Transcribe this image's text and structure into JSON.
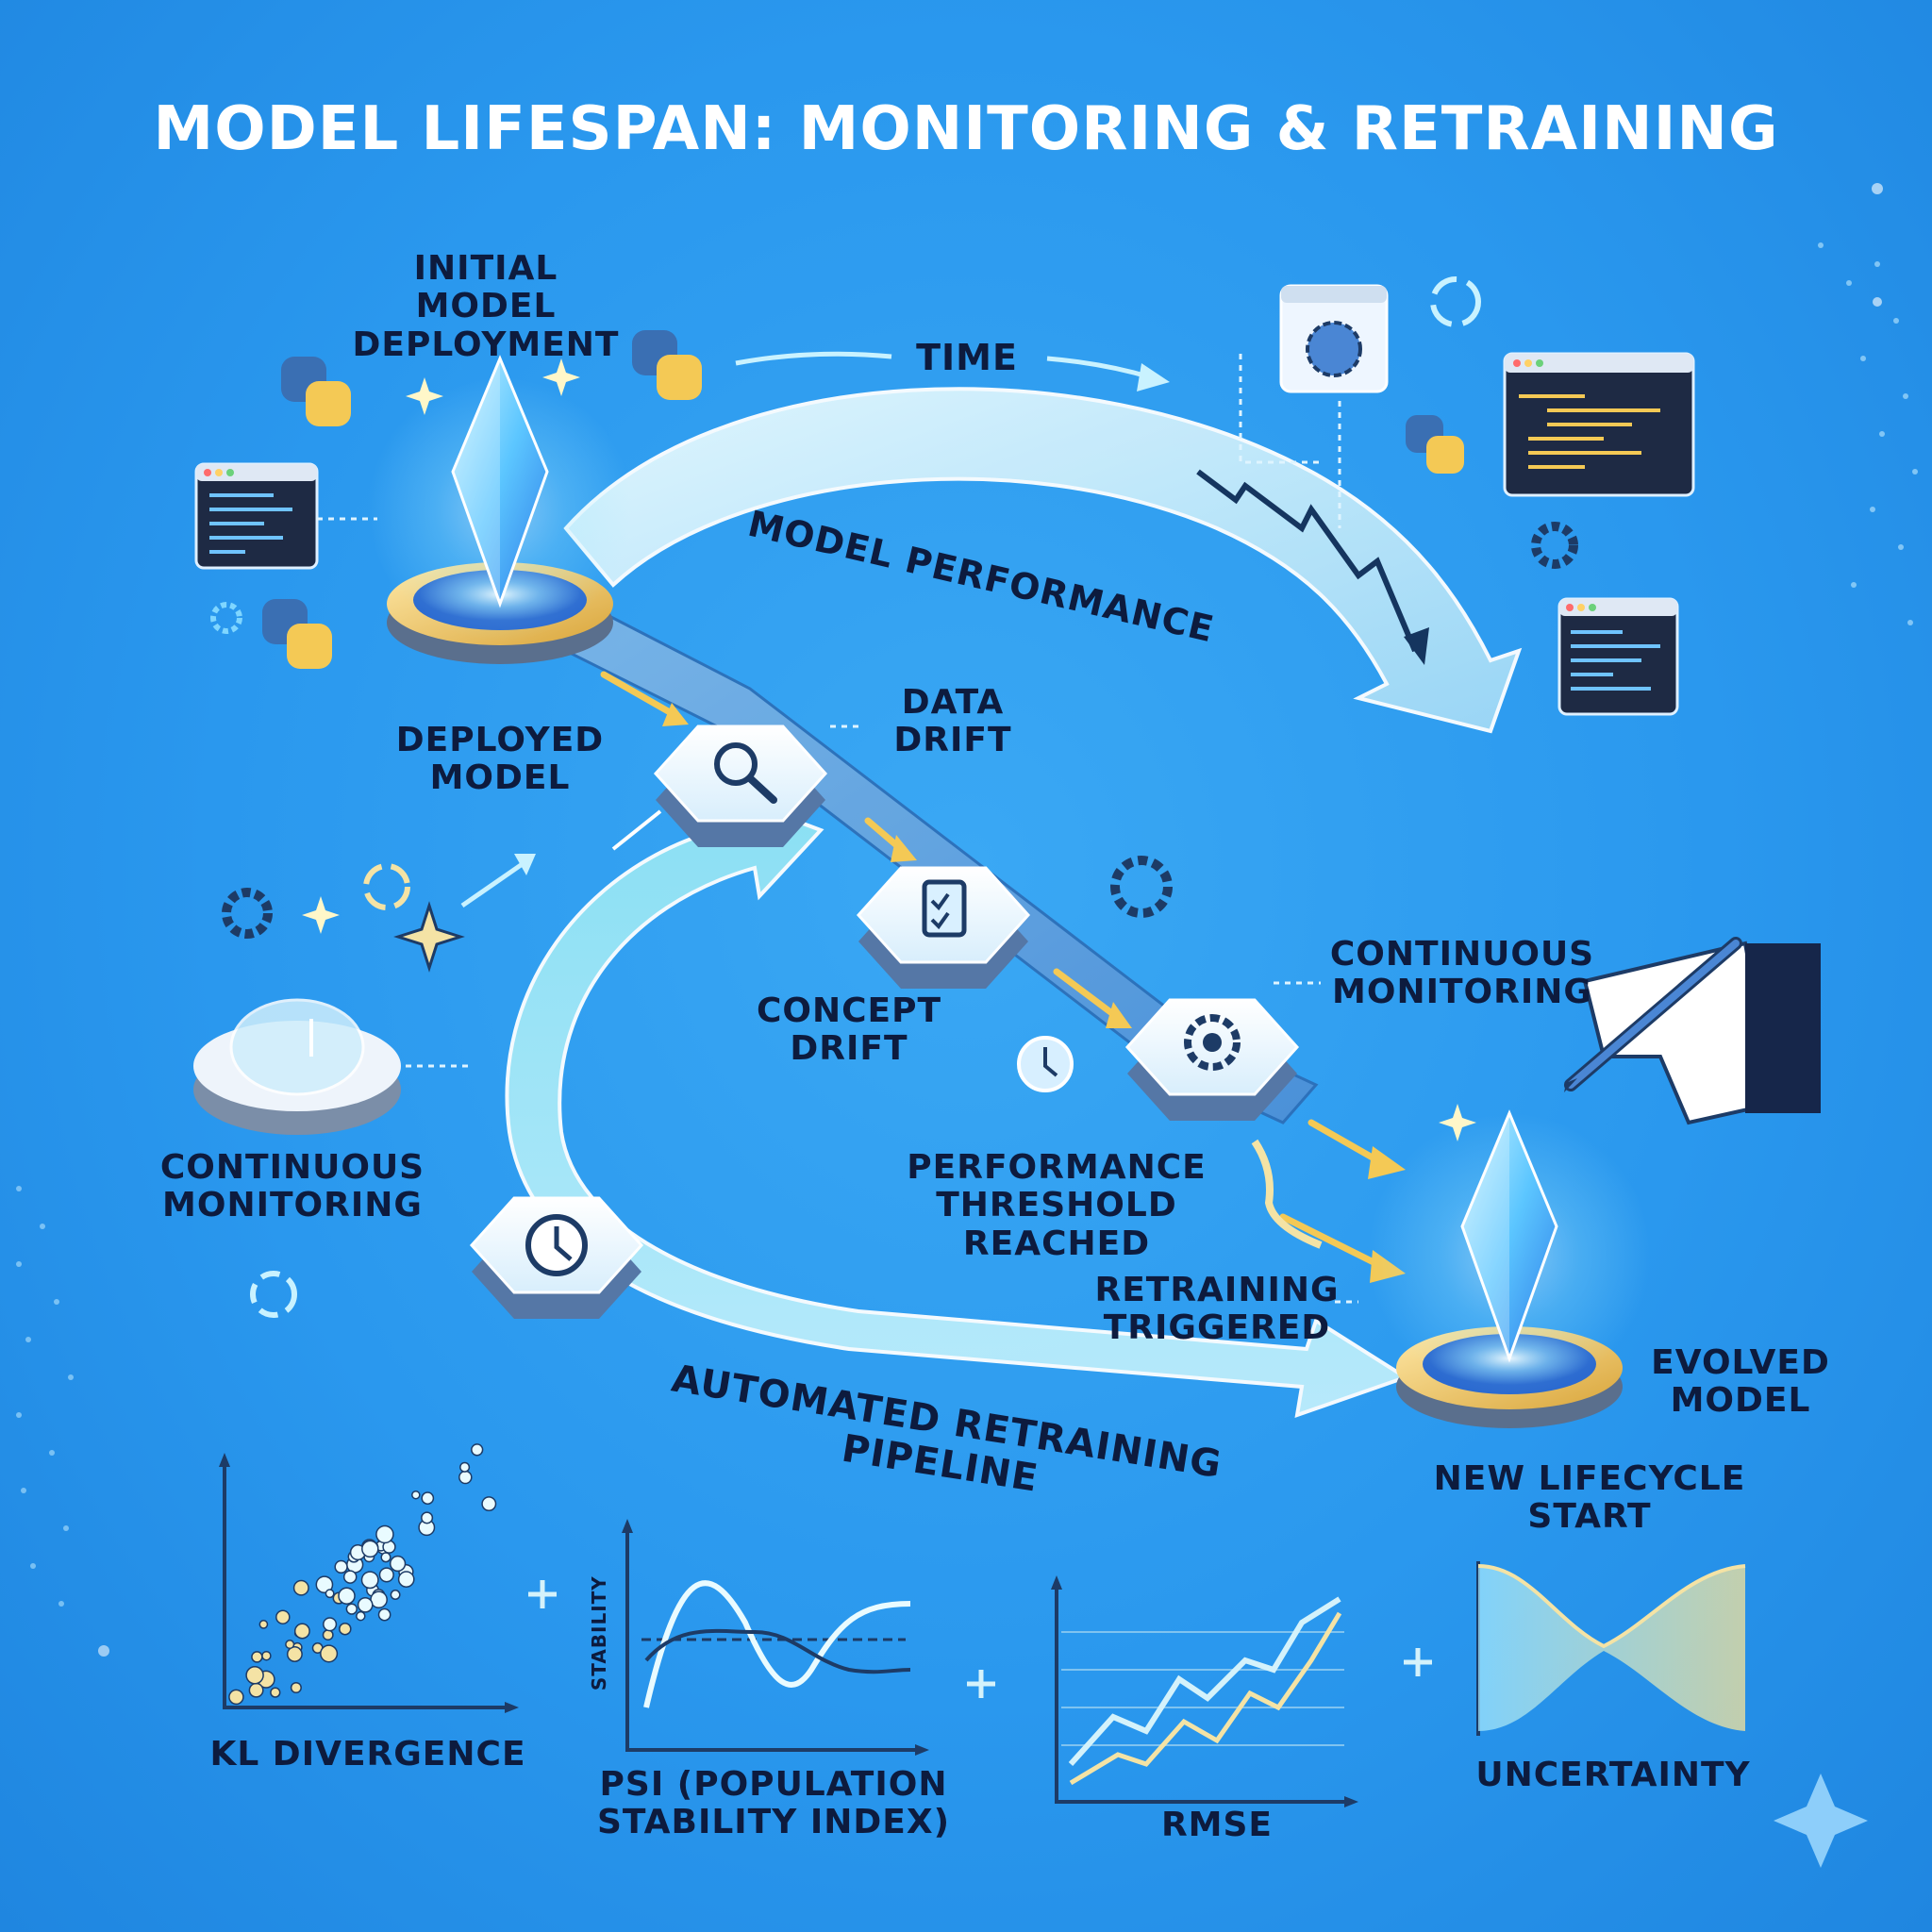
{
  "title": "MODEL LIFESPAN: MONITORING & RETRAINING",
  "labels": {
    "initial_deployment": "INITIAL MODEL DEPLOYMENT",
    "time": "TIME",
    "model_performance": "MODEL PERFORMANCE",
    "deployed_model": "DEPLOYED MODEL",
    "data_drift": "DATA DRIFT",
    "concept_drift": "CONCEPT DRIFT",
    "continuous_monitoring_right": "CONTINUOUS MONITORING",
    "continuous_monitoring_left": "CONTINUOUS MONITORING",
    "performance_threshold": "PERFORMANCE THRESHOLD REACHED",
    "retraining_triggered": "RETRAINING TRIGGERED",
    "evolved_model": "EVOLVED MODEL",
    "new_lifecycle": "NEW LIFECYCLE START",
    "automated_pipeline": "AUTOMATED RETRAINING PIPELINE"
  },
  "metrics": {
    "kl": "KL DIVERGENCE",
    "psi": "PSI (POPULATION STABILITY INDEX)",
    "psi_axis": "STABILITY",
    "rmse": "RMSE",
    "uncertainty": "UNCERTAINTY"
  },
  "colors": {
    "background": "#2a98ee",
    "arrow_light": "#d4f2fb",
    "gold": "#f2c14e",
    "dark_text": "#0d1b3e",
    "panel_dark": "#1e2a44",
    "crystal": "#6fd3ff"
  },
  "icons": [
    "python-icon",
    "code-window-icon",
    "gear-icon",
    "magnifier-icon",
    "clipboard-icon",
    "clock-icon",
    "refresh-icon",
    "hand-pen-icon",
    "sparkle-icon"
  ]
}
